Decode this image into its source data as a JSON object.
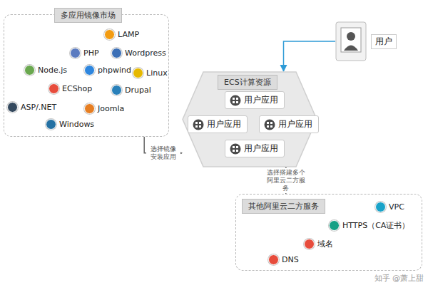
{
  "diagram": {
    "nodes": [
      {
        "text": [
          "多应用镜像市场"
        ]
      },
      {
        "text": [
          "LAMP"
        ],
        "in": 0
      },
      {
        "text": [
          "PHP"
        ],
        "in": 0
      },
      {
        "text": [
          "Wordpress"
        ],
        "in": 0
      },
      {
        "text": [
          "phpwind"
        ],
        "in": 0
      },
      {
        "text": [
          "Node.js"
        ],
        "in": 0
      },
      {
        "text": [
          "Linux"
        ],
        "in": 0
      },
      {
        "text": [
          "ECShop"
        ],
        "in": 0
      },
      {
        "text": [
          "Drupal"
        ],
        "in": 0
      },
      {
        "text": [
          "ASP/.NET"
        ],
        "in": 0
      },
      {
        "text": [
          "Joomla"
        ],
        "in": 0
      },
      {
        "text": [
          "Windows"
        ],
        "in": 0
      },
      {
        "text": [
          "ECS计算资源"
        ]
      },
      {
        "text": [
          "用户应用"
        ],
        "in": 12
      },
      {
        "text": [
          "用户应用"
        ],
        "in": 12
      },
      {
        "text": [
          "用户应用"
        ],
        "in": 12
      },
      {
        "text": [
          "用户应用"
        ],
        "in": 12
      },
      {
        "text": [
          "用户"
        ]
      },
      {
        "text": [
          "其他阿里云二方服务"
        ]
      },
      {
        "text": [
          "VPC"
        ],
        "in": 18
      },
      {
        "text": [
          "HTTPS（CA证书）"
        ],
        "in": 18
      },
      {
        "text": [
          "域名"
        ],
        "in": 18
      },
      {
        "text": [
          "DNS"
        ],
        "in": 18
      }
    ],
    "edges": [
      {
        "from": 0,
        "to": 12,
        "arrow": "to",
        "label": "选择镜像 安装应用"
      },
      {
        "from": 17,
        "to": 12,
        "arrow": "to"
      },
      {
        "from": 18,
        "to": 12,
        "arrow": "to",
        "label": "选择搭建多个 阿里云二方服务"
      }
    ],
    "labels": [
      "知乎 @萧上甜"
    ]
  }
}
